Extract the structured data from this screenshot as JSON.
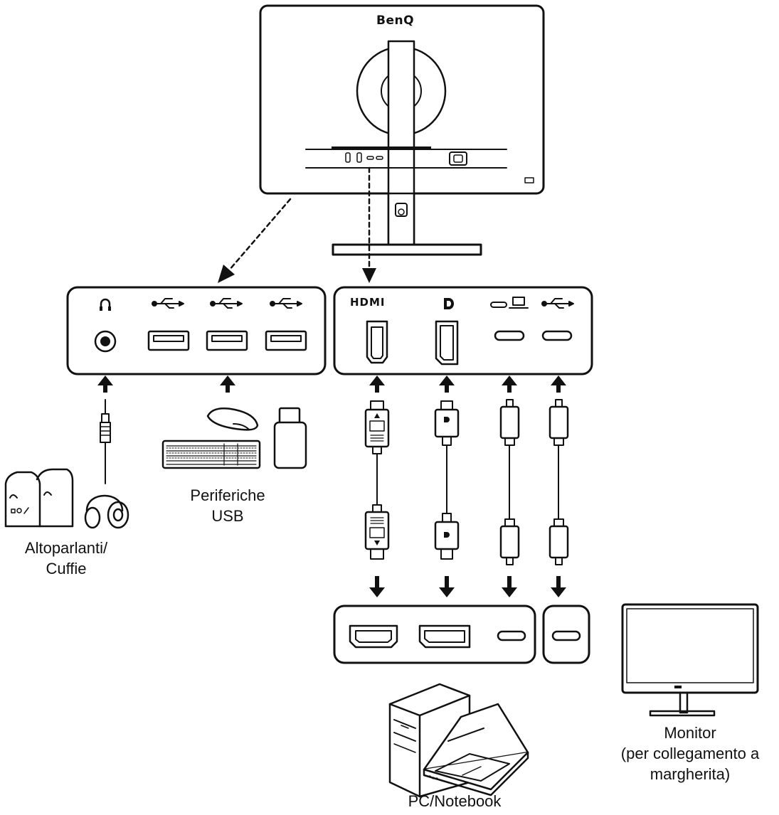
{
  "brand": "BenQ",
  "ports": {
    "hdmi_label": "HDMI"
  },
  "labels": {
    "usb_line1": "Periferiche",
    "usb_line2": "USB",
    "audio_line1": "Altoparlanti/",
    "audio_line2": "Cuffie",
    "pc": "PC/Notebook",
    "monitor_line1": "Monitor",
    "monitor_line2": "(per collegamento a",
    "monitor_line3": "margherita)"
  },
  "colors": {
    "line": "#111111",
    "background": "#ffffff"
  },
  "icons": [
    "headphone-icon",
    "usb-icon",
    "hdmi-icon",
    "displayport-icon",
    "usb-c-icon",
    "laptop-icon"
  ]
}
